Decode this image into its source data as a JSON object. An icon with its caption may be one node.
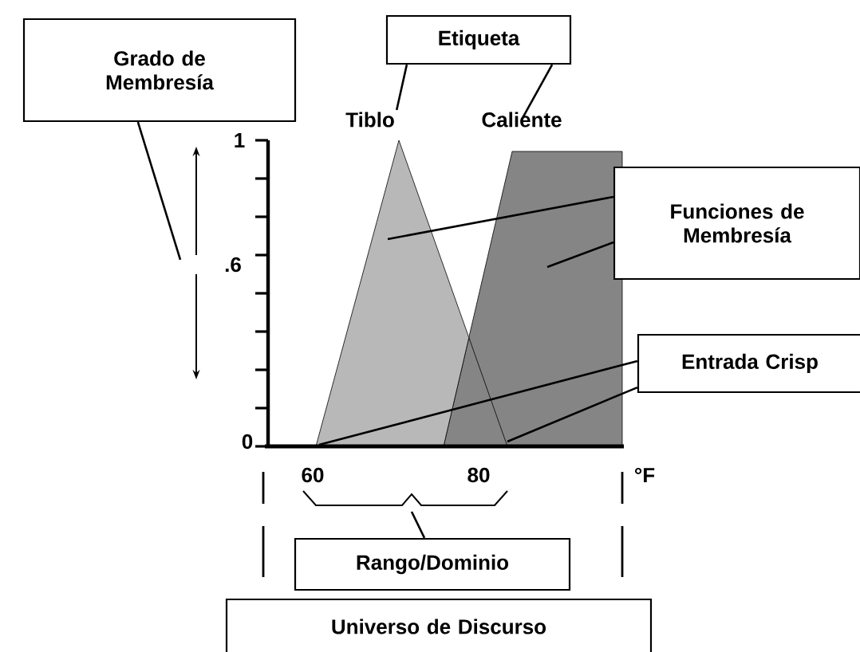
{
  "diagram": {
    "nodes": [
      {
        "text": [
          "Grado de Membresía"
        ]
      },
      {
        "text": [
          "Etiqueta"
        ]
      },
      {
        "text": [
          "Tiblo"
        ]
      },
      {
        "text": [
          "Caliente"
        ]
      },
      {
        "text": [
          "Funciones de Membresía"
        ]
      },
      {
        "text": [
          "Entrada Crisp"
        ]
      },
      {
        "text": [
          "Rango/Dominio"
        ]
      },
      {
        "text": [
          "Universo de Discurso"
        ]
      },
      {
        "text": [],
        "shape": "triangle"
      },
      {
        "text": [],
        "shape": "trapezoid"
      }
    ],
    "edges": [
      {
        "from": 0,
        "to": null,
        "arrow": "none"
      },
      {
        "from": 1,
        "to": 2,
        "arrow": "none"
      },
      {
        "from": 1,
        "to": 3,
        "arrow": "none"
      },
      {
        "from": 4,
        "to": 8,
        "arrow": "none"
      },
      {
        "from": 4,
        "to": 9,
        "arrow": "none"
      },
      {
        "from": 5,
        "to": 8,
        "arrow": "none"
      },
      {
        "from": 5,
        "to": 9,
        "arrow": "none"
      },
      {
        "from": 6,
        "to": null,
        "arrow": "none"
      }
    ],
    "labels": [
      "1",
      ".6",
      "0",
      "60",
      "80",
      "°F"
    ]
  }
}
